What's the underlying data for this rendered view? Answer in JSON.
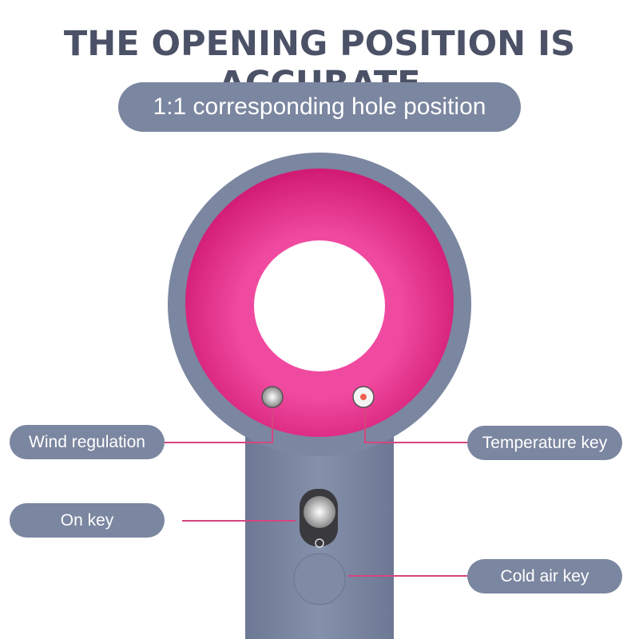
{
  "title": "THE OPENING POSITION IS ACCURATE",
  "subtitle": "1:1 corresponding hole position",
  "labels": {
    "wind": "Wind regulation",
    "on": "On key",
    "temperature": "Temperature key",
    "cold": "Cold air key"
  },
  "colors": {
    "body": "#7b86a0",
    "pink": "#e0267f",
    "line": "#d6457f",
    "text": "#4b5166"
  }
}
